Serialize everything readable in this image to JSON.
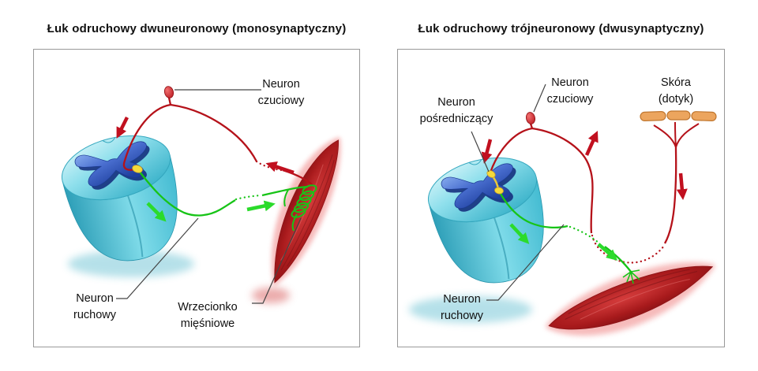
{
  "left_panel": {
    "title": "Łuk odruchowy dwuneuronowy (monosynaptyczny)",
    "labels": {
      "sensory": "Neuron\nczuciowy",
      "motor": "Neuron\nruchowy",
      "spindle": "Wrzecionko\nmięśniowe"
    }
  },
  "right_panel": {
    "title": "Łuk odruchowy trójneuronowy (dwusynaptyczny)",
    "labels": {
      "interneuron": "Neuron\npośredniczący",
      "sensory": "Neuron\nczuciowy",
      "skin": "Skóra\n(dotyk)",
      "motor": "Neuron\nruchowy"
    }
  },
  "colors": {
    "sensory_nerve_red": "#b5121a",
    "arrow_red": "#c1101f",
    "motor_nerve_green": "#17c417",
    "arrow_green": "#2bdb2b",
    "synapse_yellow": "#f6da3a",
    "spinal_cord_cyan": "#56cadd",
    "gray_matter_blue": "#2a4fa8",
    "muscle_red": "#a41418",
    "skin_receptor_orange": "#eca55e",
    "panel_border_gray": "#999999",
    "label_text": "#111111"
  }
}
